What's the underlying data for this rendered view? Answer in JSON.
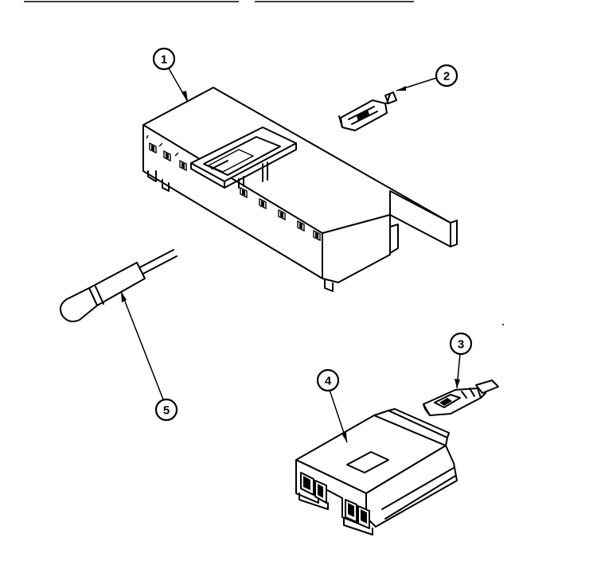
{
  "diagram": {
    "colors": {
      "line": "#000000",
      "background": "#ffffff"
    },
    "callouts": [
      {
        "id": "1",
        "label": "1"
      },
      {
        "id": "2",
        "label": "2"
      },
      {
        "id": "3",
        "label": "3"
      },
      {
        "id": "4",
        "label": "4"
      },
      {
        "id": "5",
        "label": "5"
      }
    ]
  }
}
